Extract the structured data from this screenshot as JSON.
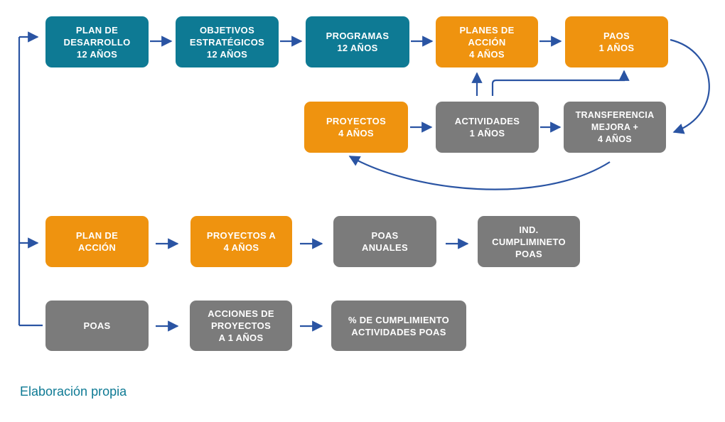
{
  "colors": {
    "teal": "#0e7a94",
    "orange": "#ef930f",
    "gray": "#7b7b7b",
    "arrow": "#2a54a3",
    "caption": "#0e7a94"
  },
  "row1": {
    "plan_desarrollo": "PLAN DE\nDESARROLLO\n12 AÑOS",
    "objetivos": "OBJETIVOS\nESTRATÉGICOS\n12 AÑOS",
    "programas": "PROGRAMAS\n12 AÑOS",
    "planes_accion": "PLANES DE\nACCIÓN\n4 AÑOS",
    "paos": "PAOS\n1 AÑOS"
  },
  "cycle": {
    "proyectos": "PROYECTOS\n4 AÑOS",
    "actividades": "ACTIVIDADES\n1 AÑOS",
    "transferencia": "TRANSFERENCIA\nMEJORA +\n4 AÑOS"
  },
  "row3": {
    "plan_accion": "PLAN DE\nACCIÓN",
    "proyectos_a": "PROYECTOS A\n4 AÑOS",
    "poas_anuales": "POAS\nANUALES",
    "ind_cumplimiento": "IND.\nCUMPLIMINETO\nPOAS"
  },
  "row4": {
    "poas": "POAS",
    "acciones": "ACCIONES DE\nPROYECTOS\nA 1 AÑOS",
    "porcentaje": "% DE CUMPLIMIENTO\nACTIVIDADES POAS"
  },
  "caption": "Elaboración propia"
}
